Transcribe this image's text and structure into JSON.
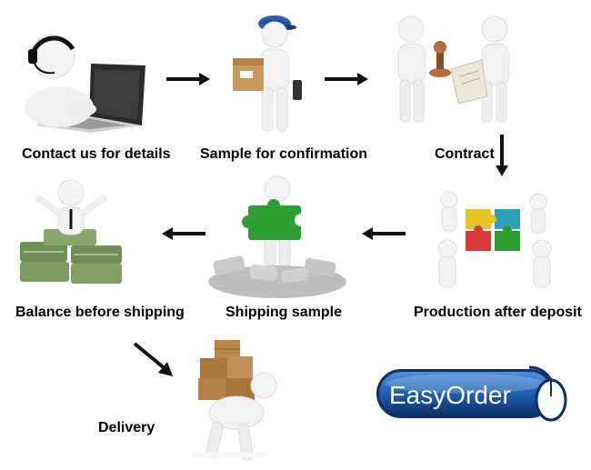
{
  "steps": [
    {
      "id": "contact",
      "label": "Contact us for details"
    },
    {
      "id": "sample",
      "label": "Sample for confirmation"
    },
    {
      "id": "contract",
      "label": "Contract"
    },
    {
      "id": "production",
      "label": "Production after deposit"
    },
    {
      "id": "shipping_sample",
      "label": "Shipping sample"
    },
    {
      "id": "balance",
      "label": "Balance before shipping"
    },
    {
      "id": "delivery",
      "label": "Delivery"
    }
  ],
  "logo": {
    "text_easy": "Easy",
    "text_order": "Order"
  },
  "colors": {
    "arrow": "#111111",
    "logo_blue": "#1f5fb0",
    "logo_dark": "#0d2f66",
    "puzzle_green": "#2e9e32",
    "puzzle_red": "#d93a3a",
    "puzzle_blue": "#2d7fd0",
    "puzzle_yellow": "#e7c52a",
    "box": "#b9864a",
    "cash": "#6e8f55"
  }
}
